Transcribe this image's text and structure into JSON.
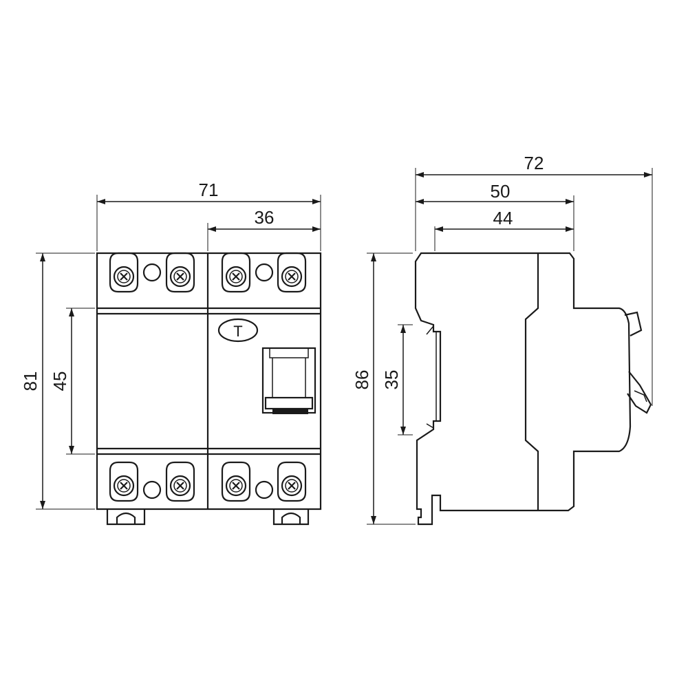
{
  "front_view": {
    "width_total": "71",
    "width_module": "36",
    "height_total": "81",
    "height_face": "45",
    "logo_letter": "T"
  },
  "side_view": {
    "depth_total": "72",
    "depth_body": "50",
    "depth_rail_to_face": "44",
    "height_total": "86",
    "rail_height": "35"
  },
  "colors": {
    "line": "#1a1a1a",
    "background": "#ffffff"
  }
}
